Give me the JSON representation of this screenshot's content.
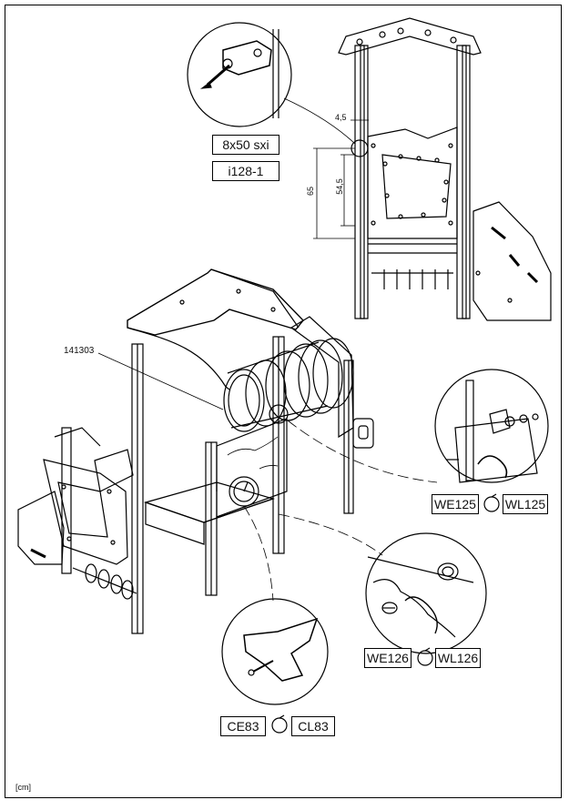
{
  "callouts": {
    "screw": "8x50 sxi",
    "bracket": "i128-1",
    "part_id": "141303",
    "we125": "WE125",
    "wl125": "WL125",
    "we126": "WE126",
    "wl126": "WL126",
    "ce83": "CE83",
    "cl83": "CL83"
  },
  "dimensions": {
    "offset": "4,5",
    "height_outer": "65",
    "height_inner": "54,5"
  },
  "unit_note": "[cm]",
  "icons": {
    "rotate": "rotate-icon"
  }
}
